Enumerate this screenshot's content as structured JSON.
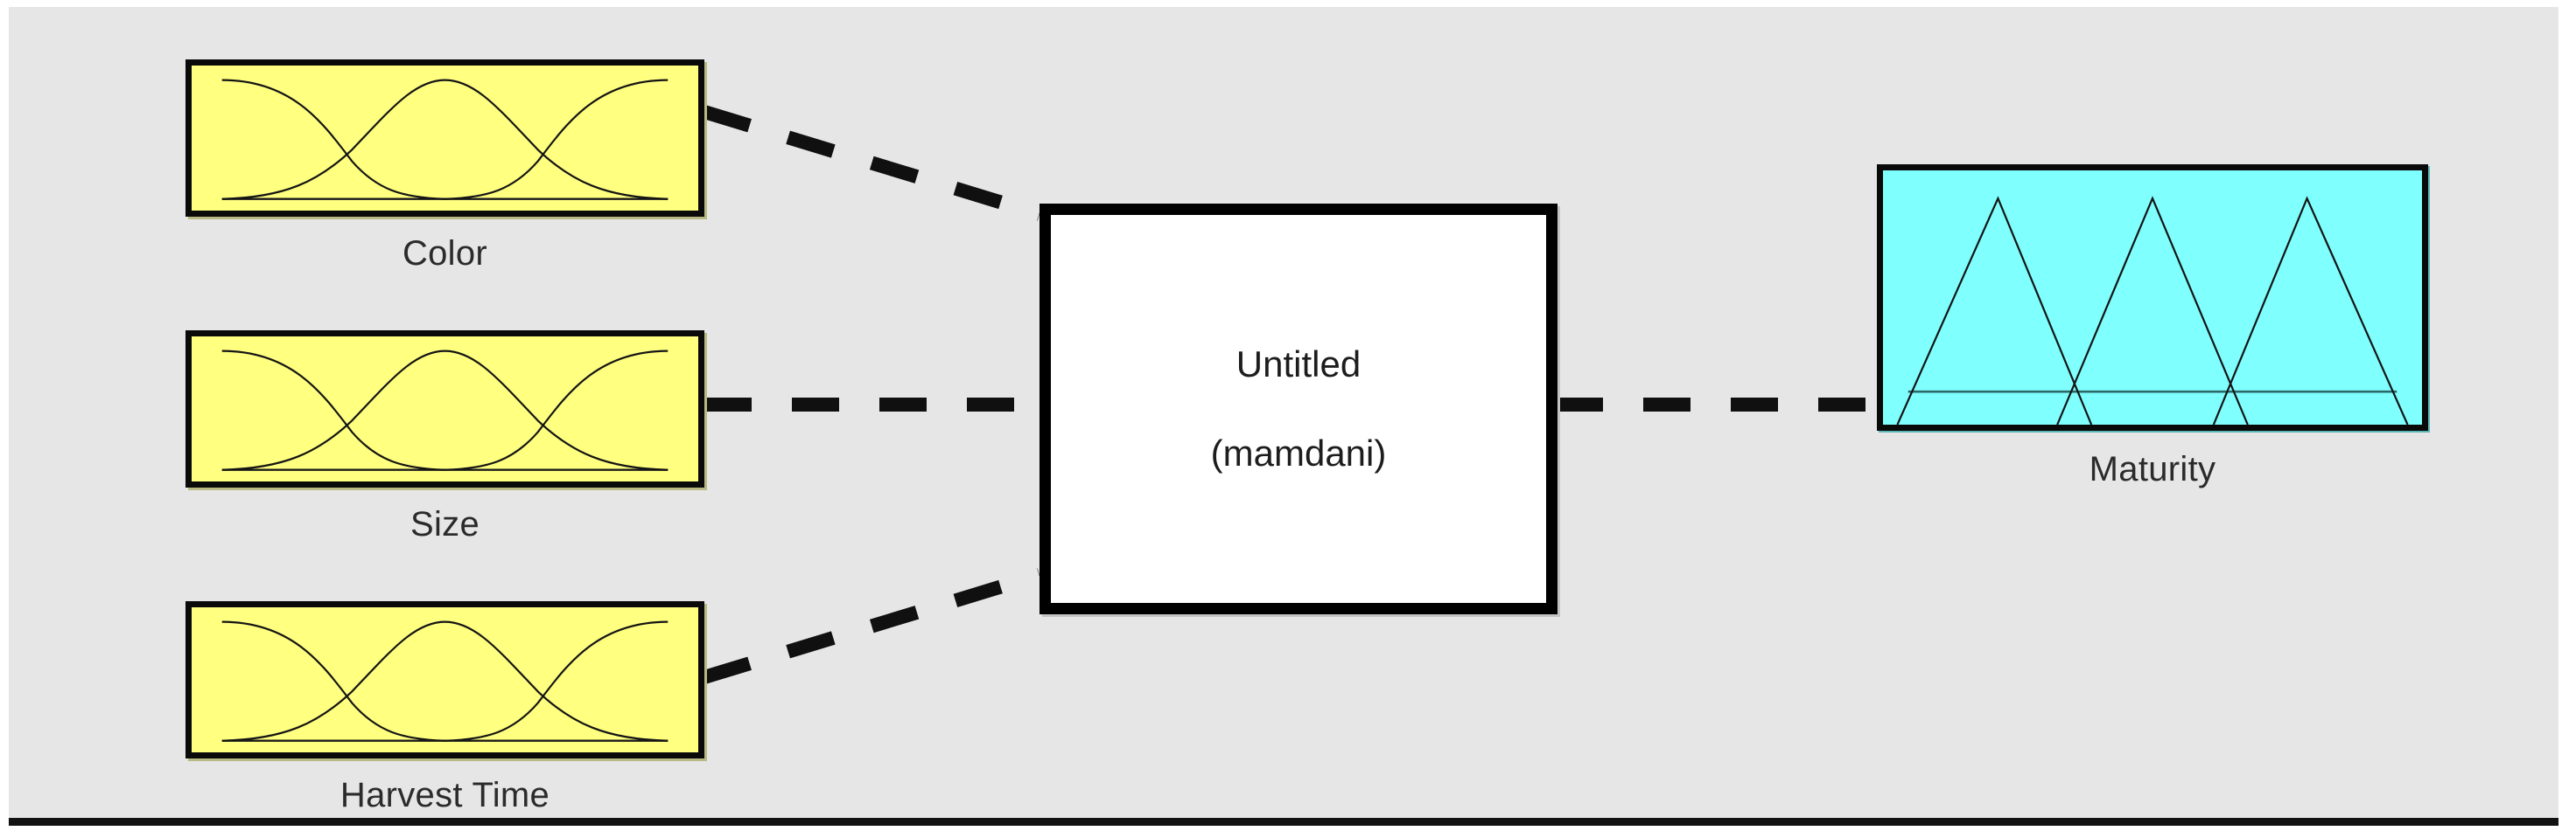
{
  "canvas": {
    "background_color": "#E6E6E6",
    "page_background": "#FFFFFF",
    "rule_color": "#121212"
  },
  "inputs": [
    {
      "name": "Color",
      "fill_color": "#FFFF80",
      "border_color": "#0A0A0A",
      "mf_shape": "gaussian",
      "mf_count": 3
    },
    {
      "name": "Size",
      "fill_color": "#FFFF80",
      "border_color": "#0A0A0A",
      "mf_shape": "gaussian",
      "mf_count": 3
    },
    {
      "name": "Harvest Time",
      "fill_color": "#FFFF80",
      "border_color": "#0A0A0A",
      "mf_shape": "gaussian",
      "mf_count": 3
    }
  ],
  "system": {
    "title": "Untitled",
    "type": "(mamdani)",
    "fill_color": "#FFFFFF",
    "border_color": "#000000"
  },
  "outputs": [
    {
      "name": "Maturity",
      "fill_color": "#80FFFF",
      "border_color": "#0A0A0A",
      "mf_shape": "triangular",
      "mf_count": 3
    }
  ],
  "connectors": {
    "style": "dashed",
    "color": "#101010",
    "labels": [
      "Color to Untitled",
      "Size to Untitled",
      "Harvest Time to Untitled",
      "Untitled to Maturity"
    ]
  }
}
